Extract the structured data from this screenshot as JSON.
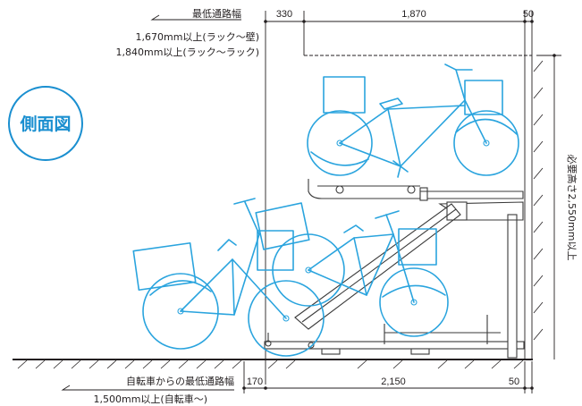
{
  "title_badge": "側面図",
  "top_left": {
    "heading": "最低通路幅",
    "line1": "1,670mm以上(ラック〜壁)",
    "line2": "1,840mm以上(ラック〜ラック)"
  },
  "top_dims": {
    "d1": "330",
    "d2": "1,870",
    "d3": "50"
  },
  "right_label": "必要高さ2,550mm以上",
  "bottom_left": {
    "heading": "自転車からの最低通路幅",
    "line1": "1,500mm以上(自転車〜)"
  },
  "bottom_dims": {
    "d1": "170",
    "d2": "2,150",
    "d3": "50"
  },
  "colors": {
    "bike": "#2aa4de",
    "badge": "#1a8fd0",
    "line": "#231f20"
  }
}
